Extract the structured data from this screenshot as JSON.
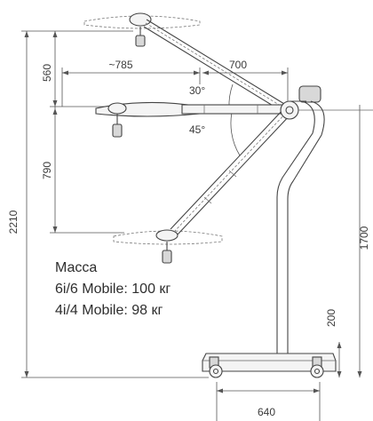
{
  "dimensions": {
    "total_height": "2210",
    "upper_offset": "560",
    "lower_offset": "790",
    "horizontal_reach": "~785",
    "arm_length": "700",
    "stand_height": "1700",
    "base_height": "200",
    "base_width": "640",
    "angle_up": "30°",
    "angle_down": "45°"
  },
  "mass_note": {
    "title": "Масса",
    "line1": "6i/6 Mobile: 100 кг",
    "line2": "4i/4 Mobile: 98 кг"
  }
}
